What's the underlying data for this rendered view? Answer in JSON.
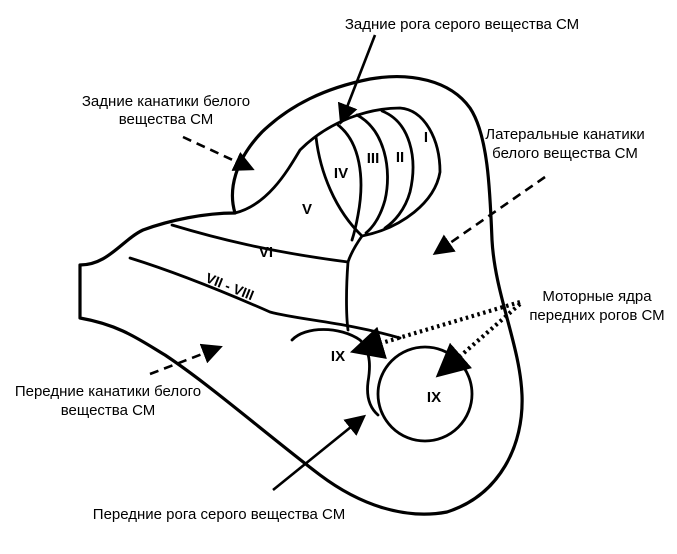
{
  "captions": {
    "dorsal_horns": "Задние рога серого вещества СМ",
    "dorsal_funiculi_line1": "Задние канатики белого",
    "dorsal_funiculi_line2": "вещества СМ",
    "lateral_funiculi_line1": "Латеральные канатики",
    "lateral_funiculi_line2": "белого вещества СМ",
    "motor_nuclei_line1": "Моторные ядра",
    "motor_nuclei_line2": "передних рогов СМ",
    "ventral_funiculi_line1": "Передние канатики белого",
    "ventral_funiculi_line2": "вещества СМ",
    "ventral_horns": "Передние рога серого вещества СМ"
  },
  "laminae": {
    "l1": "I",
    "l2": "II",
    "l3": "III",
    "l4": "IV",
    "l5": "V",
    "l6": "VI",
    "l7_8": "VII - VIII",
    "l9_medial": "IX",
    "l9_lateral": "IX"
  },
  "colors": {
    "stroke": "#000000",
    "background": "#ffffff"
  }
}
